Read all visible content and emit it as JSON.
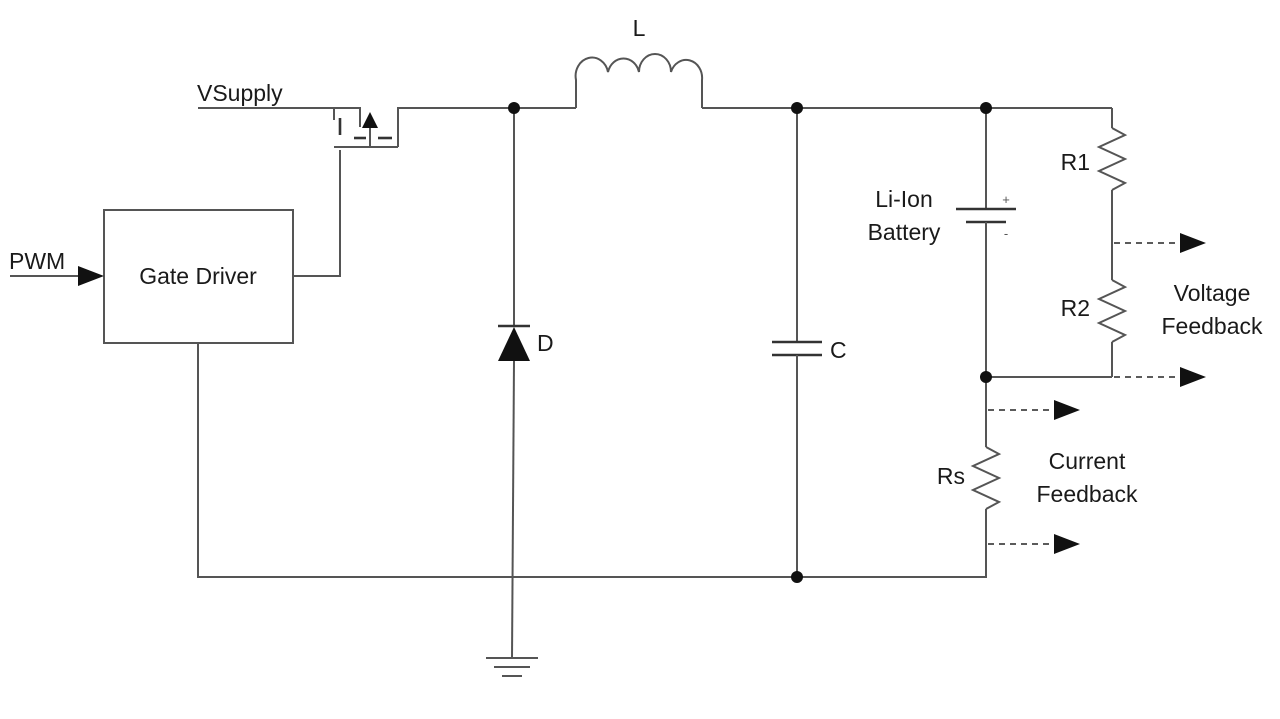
{
  "diagram": {
    "labels": {
      "vsupply": "VSupply",
      "pwm": "PWM",
      "gate_driver": "Gate Driver",
      "inductor": "L",
      "diode": "D",
      "capacitor": "C",
      "battery_line1": "Li-Ion",
      "battery_line2": "Battery",
      "battery_plus": "+",
      "battery_minus": "-",
      "r1": "R1",
      "r2": "R2",
      "rs": "Rs",
      "voltage_feedback_line1": "Voltage",
      "voltage_feedback_line2": "Feedback",
      "current_feedback_line1": "Current",
      "current_feedback_line2": "Feedback"
    }
  }
}
